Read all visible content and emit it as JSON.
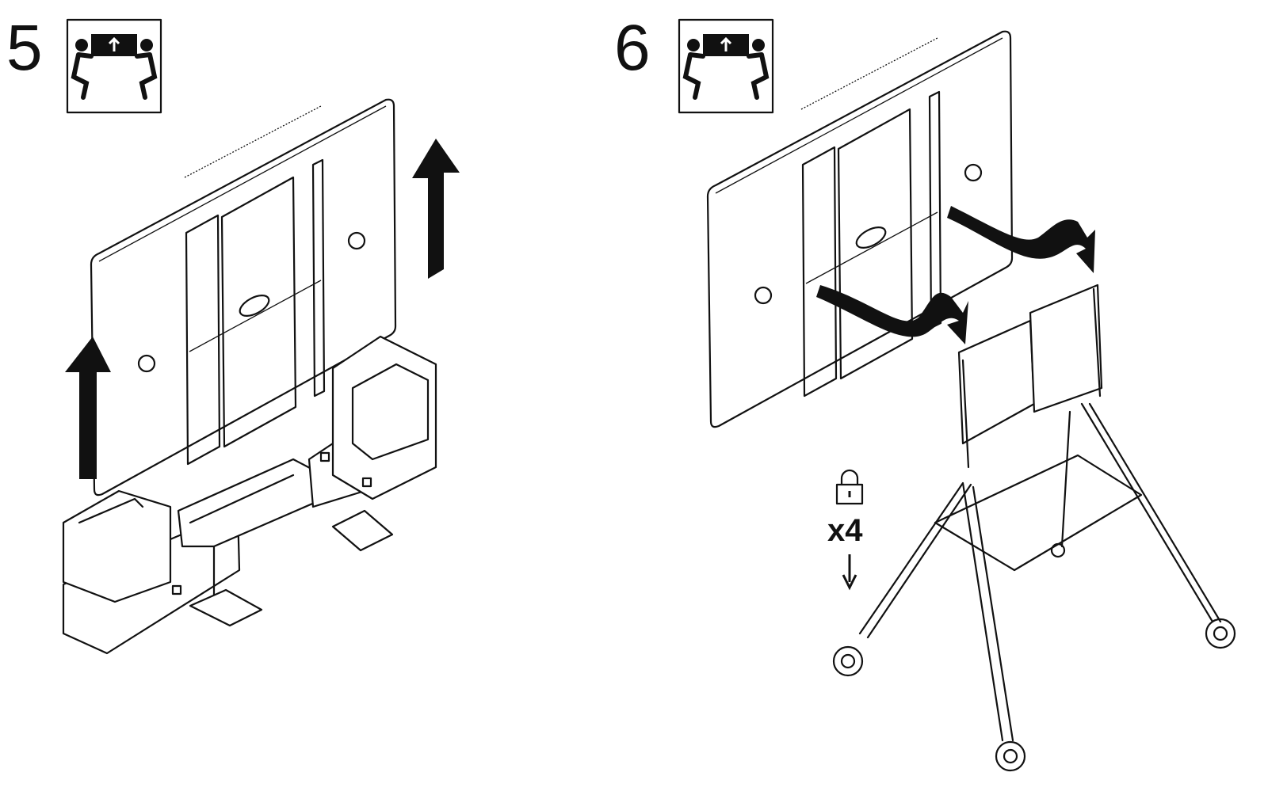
{
  "steps": [
    {
      "number": "5",
      "icon": "two-person-lift-icon"
    },
    {
      "number": "6",
      "icon": "two-person-lift-icon"
    }
  ],
  "lock_note": {
    "icon": "lock-icon",
    "quantity": "x4",
    "direction": "down-arrow-icon"
  },
  "colors": {
    "ink": "#111111",
    "background": "#ffffff"
  }
}
